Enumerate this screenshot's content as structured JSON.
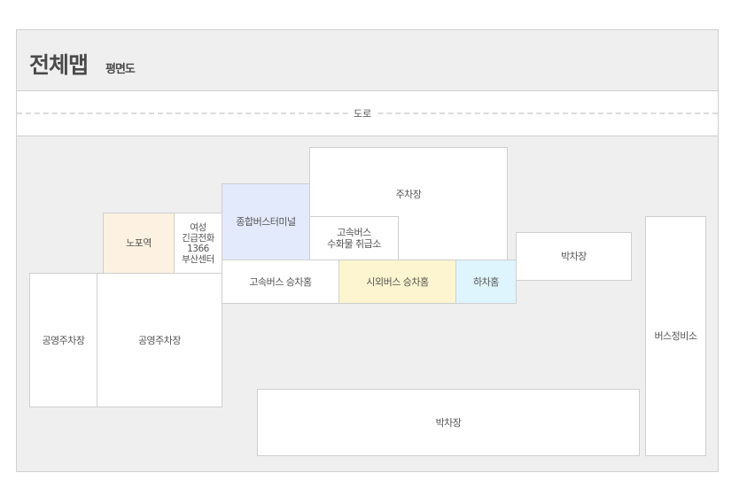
{
  "header": {
    "title": "전체맵",
    "subtitle": "평면도"
  },
  "road": {
    "label": "도로"
  },
  "areas": {
    "parking_top": {
      "label": "주차장"
    },
    "terminal": {
      "label": "종합버스터미널"
    },
    "baggage": {
      "label": "고속버스\n수화물 취급소"
    },
    "nopo_station": {
      "label": "노포역"
    },
    "women_hotline": {
      "label": "여성\n긴급전화\n1366\n부산센터"
    },
    "express_platform": {
      "label": "고속버스 승차홈"
    },
    "intercity_platform": {
      "label": "시외버스 승차홈"
    },
    "dropoff_platform": {
      "label": "하차홈"
    },
    "overnight_parking_right": {
      "label": "박차장"
    },
    "public_parking_left": {
      "label": "공영주차장"
    },
    "public_parking_main": {
      "label": "공영주차장"
    },
    "overnight_parking_bottom": {
      "label": "박차장"
    },
    "bus_maintenance": {
      "label": "버스정비소"
    }
  },
  "colors": {
    "background": "#efefef",
    "border": "#cfcfcf",
    "nopo_station": "#fdf2e1",
    "terminal": "#e3eafb",
    "intercity_platform": "#fdf5cf",
    "dropoff_platform": "#dff5fd"
  }
}
